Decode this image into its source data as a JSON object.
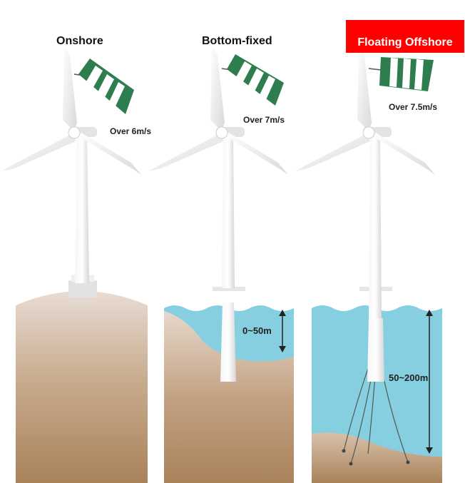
{
  "scenes": [
    {
      "title": "Onshore",
      "wind_speed": "Over 6m/s",
      "depth": ""
    },
    {
      "title": "Bottom-fixed",
      "wind_speed": "Over 7m/s",
      "depth": "0~50m"
    },
    {
      "title": "Floating Offshore",
      "wind_speed": "Over 7.5m/s",
      "depth": "50~200m"
    }
  ],
  "colors": {
    "highlight": "#ff0000",
    "windsock_green": "#2e7d4f",
    "sea": "#86cfe0",
    "soil_light": "#e8dcd4",
    "soil_dark": "#a9825a",
    "turbine": "#eeeeee"
  },
  "icons": [
    "windsock-icon",
    "wind-turbine-icon",
    "depth-arrow-icon",
    "mooring-line-icon"
  ]
}
